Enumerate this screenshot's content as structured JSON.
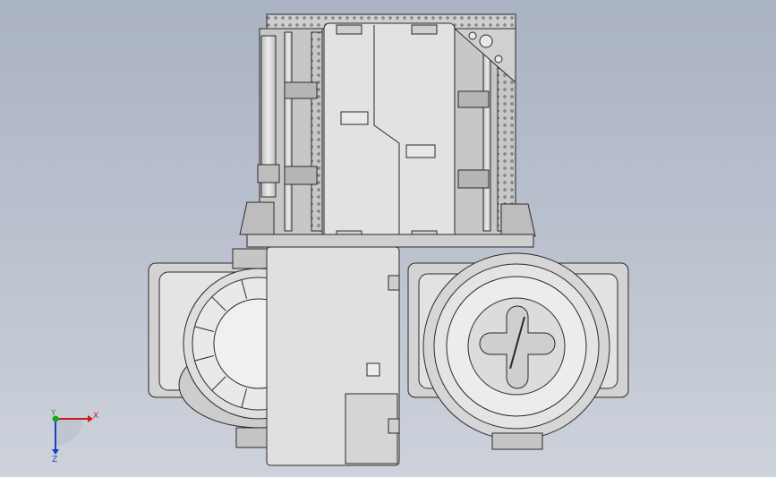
{
  "viewport": {
    "background_top": "#aab3c3",
    "background_bottom": "#cdd2db"
  },
  "model": {
    "line_color": "#2a2a2a",
    "face_color": "#d8d8d8",
    "face_light": "#e6e6e6",
    "accent_colors": {
      "x_axis": "#d01818",
      "y_axis": "#1aa51a",
      "z_axis": "#1c3cc8"
    }
  },
  "triad": {
    "x_label": "X",
    "y_label": "Y",
    "z_label": "Z"
  }
}
